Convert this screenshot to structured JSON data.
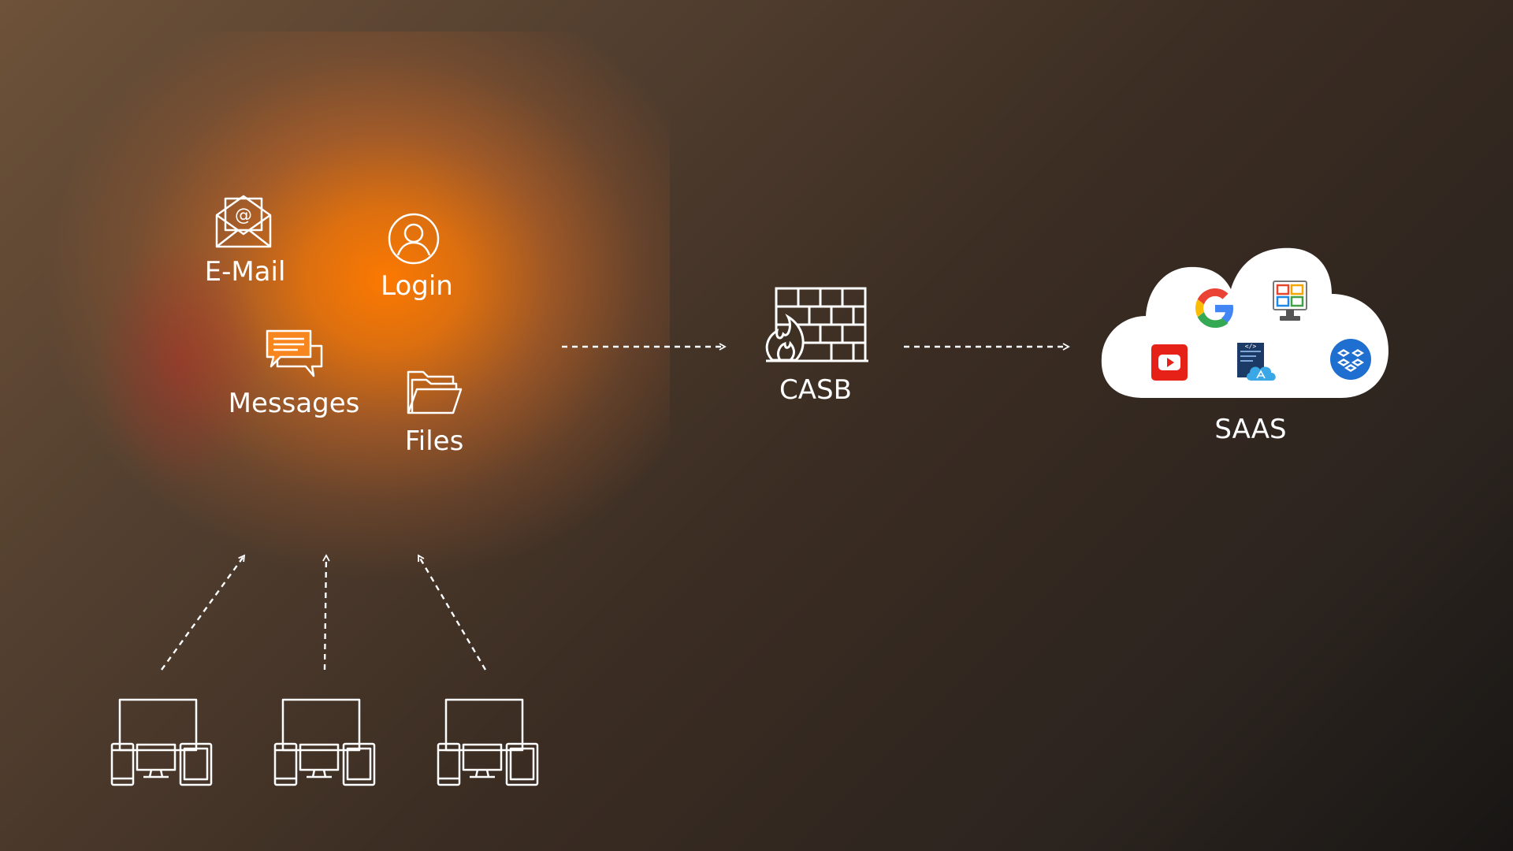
{
  "services": {
    "email": {
      "label": "E-Mail",
      "icon": "envelope-at-icon"
    },
    "login": {
      "label": "Login",
      "icon": "user-circle-icon"
    },
    "messages": {
      "label": "Messages",
      "icon": "chat-bubbles-icon"
    },
    "files": {
      "label": "Files",
      "icon": "folder-icon"
    }
  },
  "casb": {
    "label": "CASB",
    "icon": "firewall-icon"
  },
  "saas": {
    "label": "SAAS",
    "icon": "cloud-icon",
    "apps": [
      "google-icon",
      "windows-desktop-icon",
      "youtube-icon",
      "code-cloud-icon",
      "dropbox-icon"
    ]
  },
  "devices": [
    {
      "icon": "multi-device-icon"
    },
    {
      "icon": "multi-device-icon"
    },
    {
      "icon": "multi-device-icon"
    }
  ],
  "colors": {
    "glow": "#ff7a00",
    "background": "#3a2c22",
    "youtube": "#e62117",
    "dropbox": "#1f6fd0"
  }
}
